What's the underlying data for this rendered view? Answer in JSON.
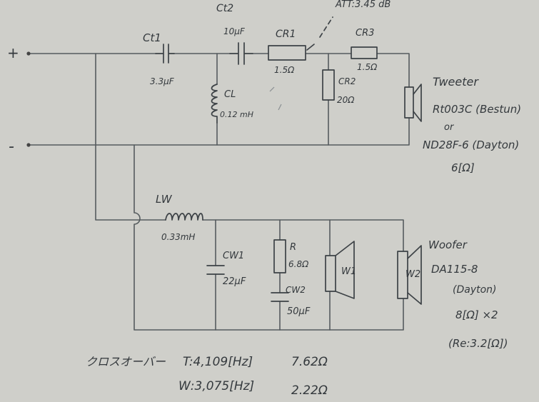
{
  "terminals": {
    "plus": "+",
    "minus": "-"
  },
  "tweeter_section": {
    "ct1": {
      "name": "Ct1",
      "value": "3.3μF"
    },
    "ct2": {
      "name": "Ct2",
      "value": "10μF"
    },
    "cl": {
      "name": "CL",
      "value": "0.12 mH"
    },
    "cr1": {
      "name": "CR1",
      "value": "1.5Ω"
    },
    "cr2": {
      "name": "CR2",
      "value": "20Ω"
    },
    "cr3": {
      "name": "CR3",
      "value": "1.5Ω"
    },
    "att": "ATT:3.45 dB",
    "driver_name": "Tweeter",
    "driver_model": "Rt003C (Bestun)",
    "driver_or": "or",
    "driver_alt": "ND28F-6 (Dayton)",
    "driver_imp": "6[Ω]"
  },
  "woofer_section": {
    "lw": {
      "name": "LW",
      "value": "0.33mH"
    },
    "cw1": {
      "name": "CW1",
      "value": "22μF"
    },
    "r": {
      "name": "R",
      "value": "6.8Ω"
    },
    "cw2": {
      "name": "CW2",
      "value": "50μF"
    },
    "w1": "W1",
    "w2": "W2",
    "driver_name": "Woofer",
    "driver_model": "DA115-8",
    "driver_brand": "(Dayton)",
    "driver_imp": "8[Ω] ×2",
    "driver_re": "(Re:3.2[Ω])"
  },
  "crossover": {
    "label": "クロスオーバー",
    "t_freq": "T:4,109[Hz]",
    "w_freq": "W:3,075[Hz]",
    "t_imp": "7.62Ω",
    "w_imp": "2.22Ω"
  }
}
